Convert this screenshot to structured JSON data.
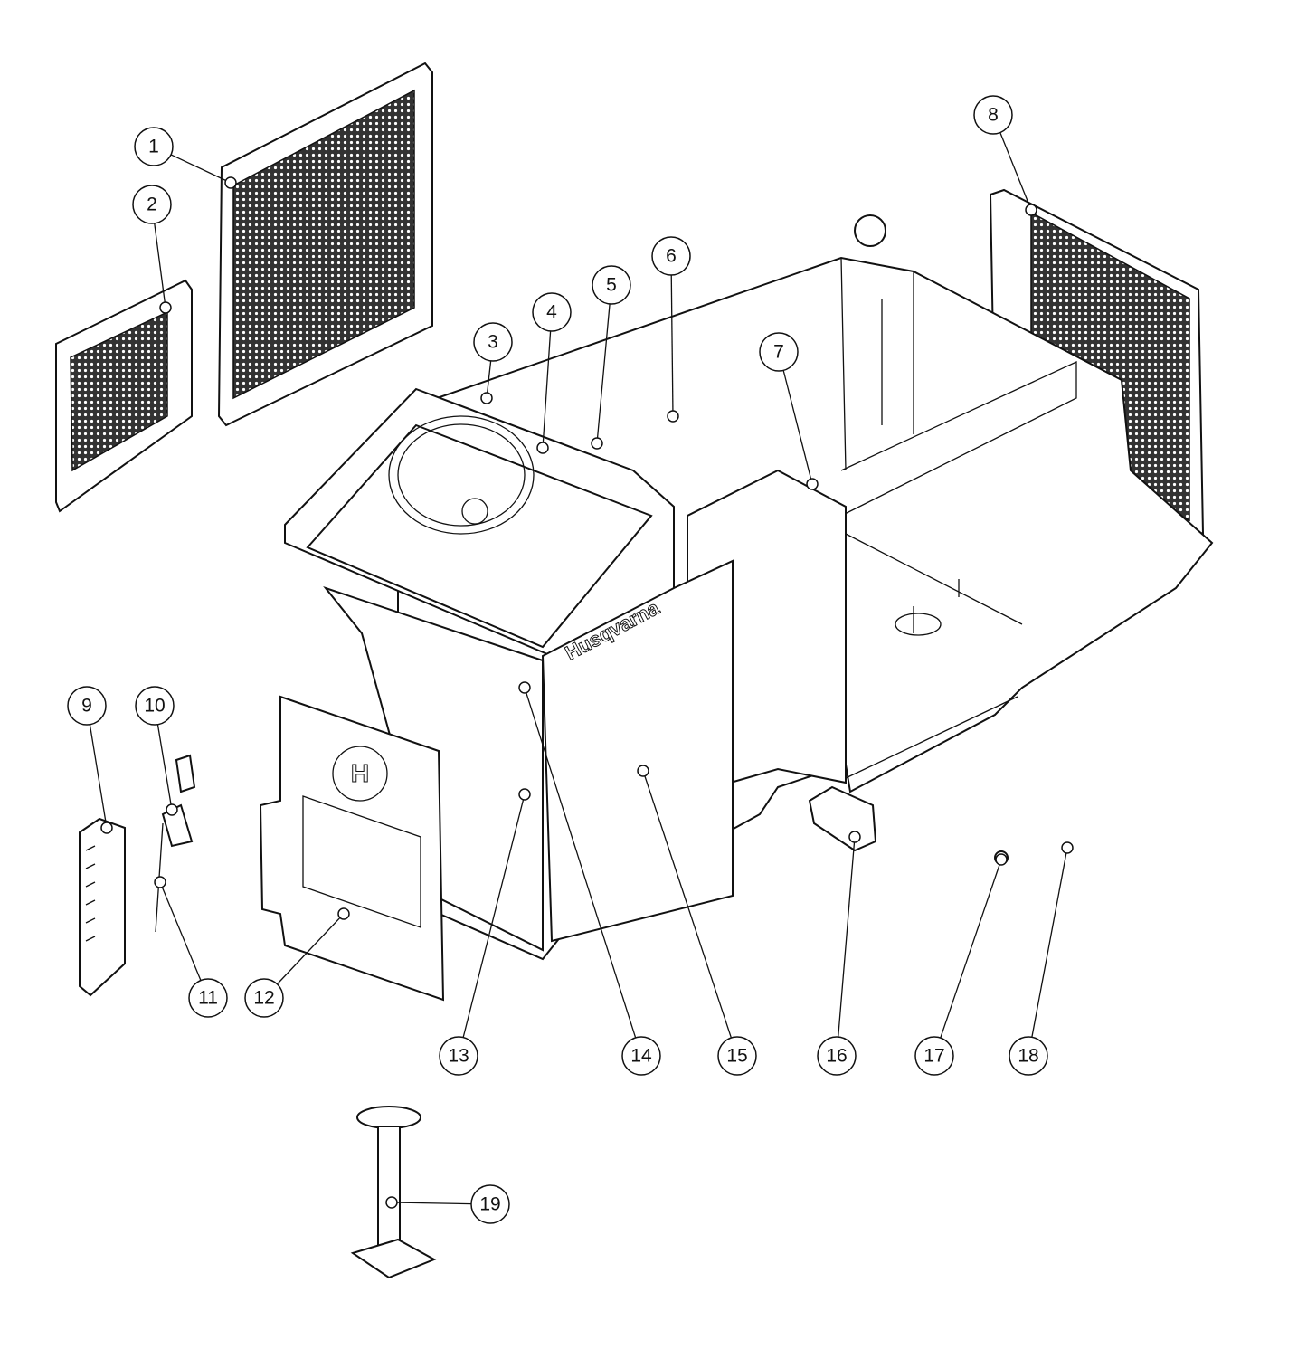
{
  "diagram": {
    "type": "exploded-parts-view",
    "brand_logo_text": "Husqvarna",
    "callouts": [
      "1",
      "2",
      "3",
      "4",
      "5",
      "6",
      "7",
      "8",
      "9",
      "10",
      "11",
      "12",
      "13",
      "14",
      "15",
      "16",
      "17",
      "18",
      "19"
    ]
  }
}
